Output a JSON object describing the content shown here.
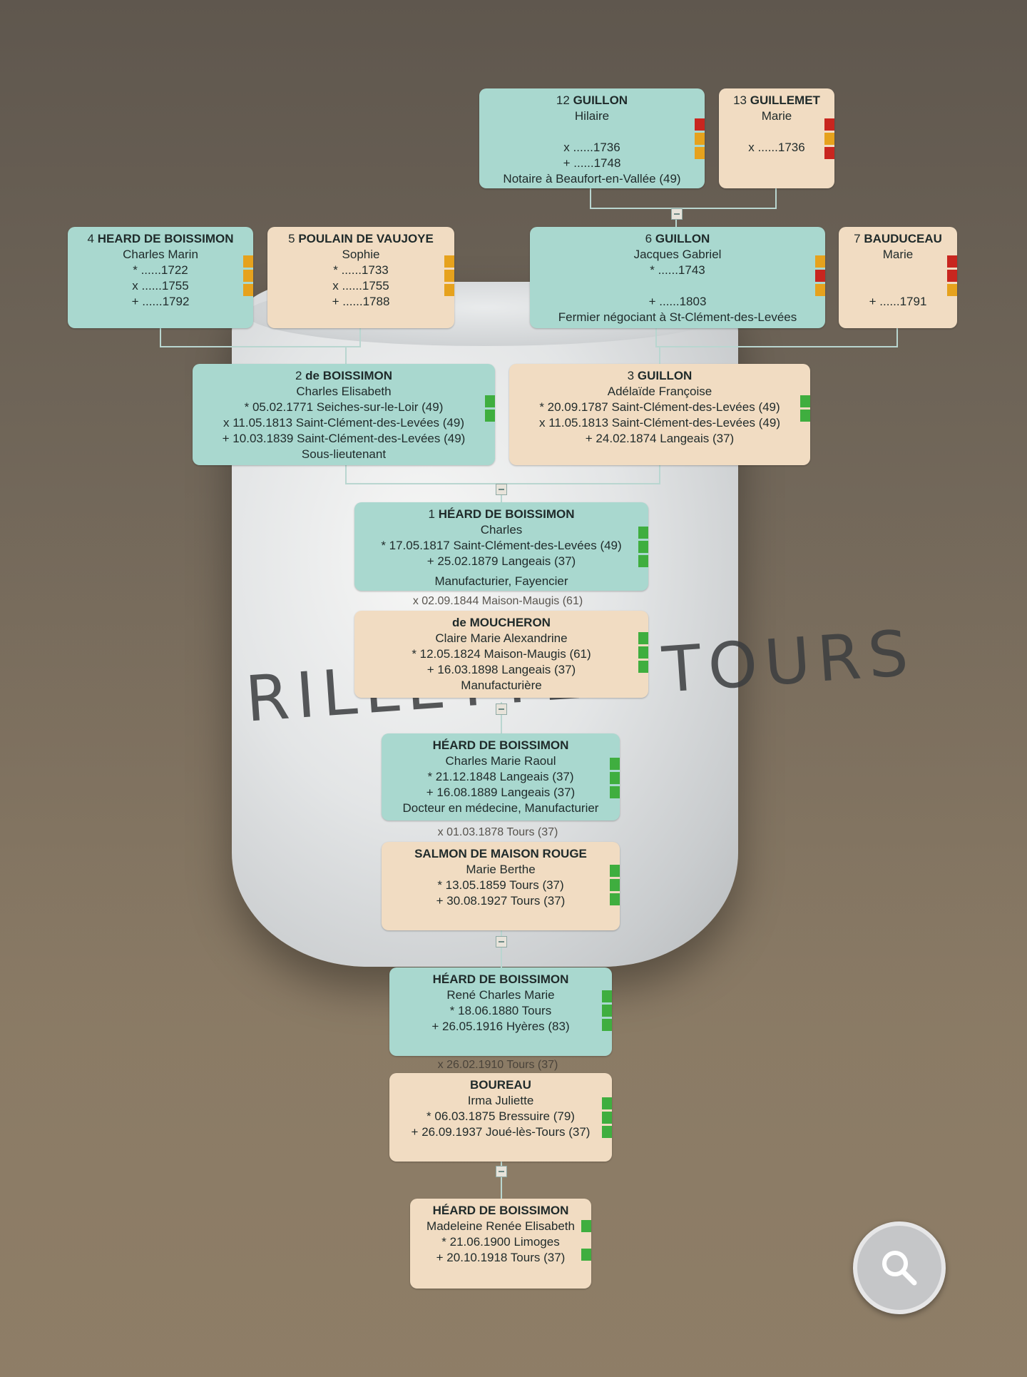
{
  "colors": {
    "male_bg": "#a9d8cf",
    "female_bg": "#f1dcc2",
    "status_green": "#3fae3f",
    "status_orange": "#e6a21d",
    "status_red": "#c8261f"
  },
  "persons": [
    {
      "id": "p12",
      "gender": "m",
      "num": "12",
      "surname": "GUILLON",
      "given": "Hilaire",
      "lines": [
        "",
        "x ......1736",
        "+ ......1748",
        "Notaire à Beaufort-en-Vallée (49)"
      ],
      "status": [
        "red",
        "orange",
        "orange"
      ]
    },
    {
      "id": "p13",
      "gender": "f",
      "num": "13",
      "surname": "GUILLEMET",
      "given": "Marie",
      "lines": [
        "",
        "x ......1736"
      ],
      "status": [
        "red",
        "orange",
        "red"
      ]
    },
    {
      "id": "p4",
      "gender": "m",
      "num": "4",
      "surname": "HEARD DE BOISSIMON",
      "given": "Charles Marin",
      "lines": [
        "* ......1722",
        "x ......1755",
        "+ ......1792"
      ],
      "status": [
        "orange",
        "orange",
        "orange"
      ]
    },
    {
      "id": "p5",
      "gender": "f",
      "num": "5",
      "surname": "POULAIN DE VAUJOYE",
      "given": "Sophie",
      "lines": [
        "* ......1733",
        "x ......1755",
        "+ ......1788"
      ],
      "status": [
        "orange",
        "orange",
        "orange"
      ]
    },
    {
      "id": "p6",
      "gender": "m",
      "num": "6",
      "surname": "GUILLON",
      "given": "Jacques Gabriel",
      "lines": [
        "* ......1743",
        "",
        "+ ......1803",
        "Fermier négociant à St-Clément-des-Levées"
      ],
      "status": [
        "orange",
        "red",
        "orange"
      ]
    },
    {
      "id": "p7",
      "gender": "f",
      "num": "7",
      "surname": "BAUDUCEAU",
      "given": "Marie",
      "lines": [
        "",
        "",
        "+ ......1791"
      ],
      "status": [
        "red",
        "red",
        "orange"
      ]
    },
    {
      "id": "p2",
      "gender": "m",
      "num": "2",
      "surname": "de BOISSIMON",
      "given": "Charles Elisabeth",
      "lines": [
        "* 05.02.1771 Seiches-sur-le-Loir (49)",
        "x 11.05.1813 Saint-Clément-des-Levées (49)",
        "+ 10.03.1839 Saint-Clément-des-Levées (49)",
        "Sous-lieutenant"
      ],
      "status": [
        "green",
        "green"
      ]
    },
    {
      "id": "p3",
      "gender": "f",
      "num": "3",
      "surname": "GUILLON",
      "given": "Adélaïde Françoise",
      "lines": [
        "* 20.09.1787 Saint-Clément-des-Levées (49)",
        "x 11.05.1813 Saint-Clément-des-Levées (49)",
        "+ 24.02.1874 Langeais (37)"
      ],
      "status": [
        "green",
        "green"
      ]
    },
    {
      "id": "p1",
      "gender": "m",
      "num": "1",
      "surname": "HÉARD DE BOISSIMON",
      "given": "Charles",
      "lines": [
        "* 17.05.1817 Saint-Clément-des-Levées (49)",
        "+ 25.02.1879 Langeais (37)",
        "Manufacturier, Fayencier"
      ],
      "status": [
        "green",
        "green",
        "green"
      ]
    },
    {
      "id": "p1s",
      "gender": "f",
      "num": "",
      "surname": "de MOUCHERON",
      "given": "Claire Marie Alexandrine",
      "lines": [
        "* 12.05.1824 Maison-Maugis (61)",
        "+ 16.03.1898 Langeais (37)",
        "Manufacturière"
      ],
      "status": [
        "green",
        "green",
        "green"
      ]
    },
    {
      "id": "c1",
      "gender": "m",
      "num": "",
      "surname": "HÉARD DE BOISSIMON",
      "given": "Charles Marie Raoul",
      "lines": [
        "* 21.12.1848 Langeais (37)",
        "+ 16.08.1889 Langeais (37)",
        "Docteur en médecine, Manufacturier"
      ],
      "status": [
        "green",
        "green",
        "green"
      ]
    },
    {
      "id": "c1s",
      "gender": "f",
      "num": "",
      "surname": "SALMON DE MAISON ROUGE",
      "given": "Marie Berthe",
      "lines": [
        "* 13.05.1859 Tours (37)",
        "+ 30.08.1927 Tours (37)"
      ],
      "status": [
        "green",
        "green",
        "green"
      ]
    },
    {
      "id": "c2",
      "gender": "m",
      "num": "",
      "surname": "HÉARD DE BOISSIMON",
      "given": "René Charles Marie",
      "lines": [
        "* 18.06.1880 Tours",
        "+ 26.05.1916 Hyères (83)"
      ],
      "status": [
        "green",
        "green",
        "green"
      ]
    },
    {
      "id": "c2s",
      "gender": "f",
      "num": "",
      "surname": "BOUREAU",
      "given": "Irma Juliette",
      "lines": [
        "* 06.03.1875 Bressuire (79)",
        "+ 26.09.1937 Joué-lès-Tours (37)"
      ],
      "status": [
        "green",
        "green",
        "green"
      ]
    },
    {
      "id": "c3",
      "gender": "f",
      "num": "",
      "surname": "HÉARD DE BOISSIMON",
      "given": "Madeleine Renée Elisabeth",
      "lines": [
        "* 21.06.1900 Limoges",
        "+ 20.10.1918 Tours (37)"
      ],
      "status": [
        "green",
        "",
        "green"
      ]
    }
  ],
  "marriages": [
    {
      "id": "m1",
      "text": "x 02.09.1844 Maison-Maugis (61)"
    },
    {
      "id": "m2",
      "text": "x 01.03.1878 Tours (37)"
    },
    {
      "id": "m3",
      "text": "x 26.02.1910 Tours (37)"
    }
  ],
  "background_photo": {
    "jar_text": "RILLETTES TOURS"
  },
  "controls": {
    "search_icon": "search-icon"
  }
}
